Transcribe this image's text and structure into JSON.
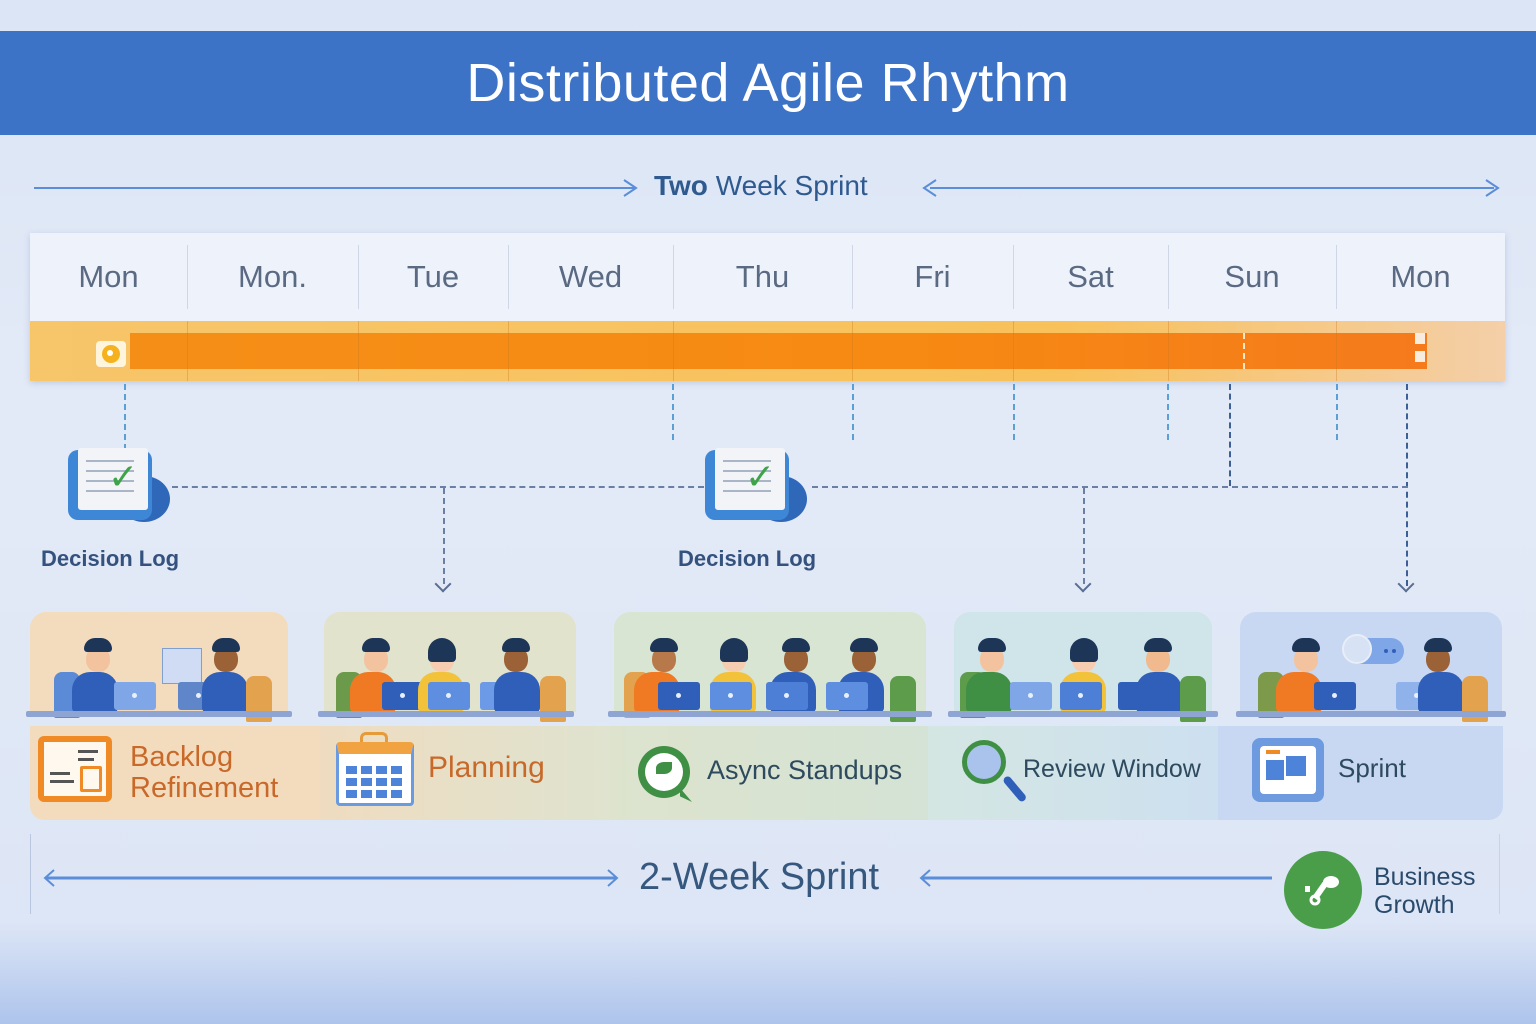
{
  "header": {
    "title": "Distributed Agile Rhythm"
  },
  "top_sprint": {
    "label_bold": "Two",
    "label_rest": "Week Sprint"
  },
  "days": [
    "Mon",
    "Mon.",
    "Tue",
    "Wed",
    "Thu",
    "Fri",
    "Sat",
    "Sun",
    "Mon"
  ],
  "decision_logs": [
    {
      "label": "Decision Log",
      "icon": "document-check-icon"
    },
    {
      "label": "Decision Log",
      "icon": "document-check-icon"
    }
  ],
  "phases": [
    {
      "label_line1": "Backlog",
      "label_line2": "Refinement",
      "icon": "backlog-board-icon",
      "color": "#c8692a",
      "bg": "#f3dcbd"
    },
    {
      "label_line1": "Planning",
      "label_line2": "",
      "icon": "calendar-icon",
      "color": "#c8692a",
      "bg": "#dfe3cf"
    },
    {
      "label_line1": "Async Standups",
      "label_line2": "",
      "icon": "chat-bubble-icon",
      "color": "#2e4a5e",
      "bg": "#d6e4d4"
    },
    {
      "label_line1": "Review Window",
      "label_line2": "",
      "icon": "magnifier-icon",
      "color": "#2e4a5e",
      "bg": "#cfe2ee"
    },
    {
      "label_line1": "Sprint",
      "label_line2": "",
      "icon": "sprint-board-icon",
      "color": "#2e4a5e",
      "bg": "#c8d8f2"
    }
  ],
  "bottom_sprint": {
    "label": "2-Week Sprint"
  },
  "growth": {
    "line1": "Business",
    "line2": "Growth",
    "icon": "growth-wrench-icon"
  },
  "colors": {
    "header": "#3d73c6",
    "bar": "#f58e17",
    "track": "#f8c15a",
    "accent_green": "#4a9e4a",
    "arrow": "#5b8ed8"
  }
}
